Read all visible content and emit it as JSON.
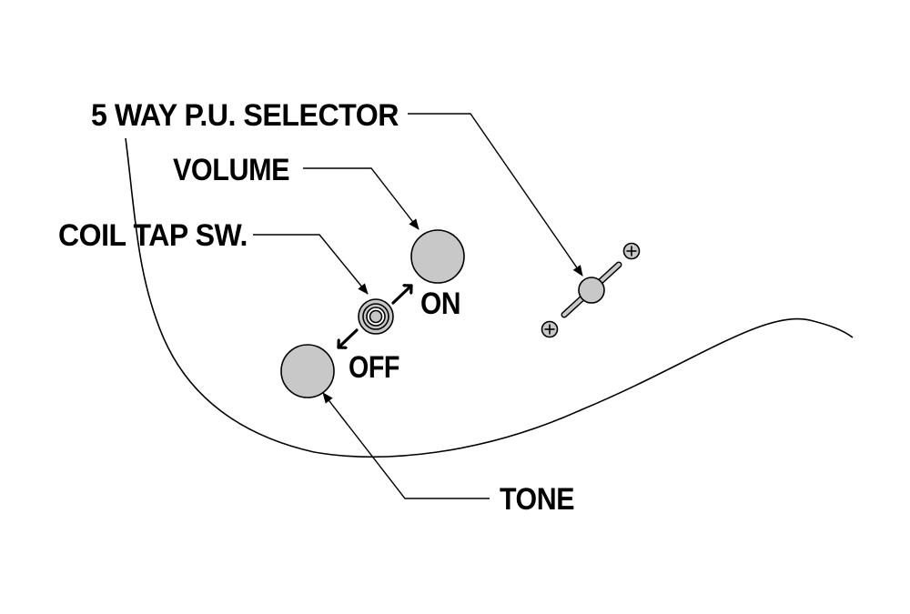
{
  "labels": {
    "selector": "5 WAY P.U. SELECTOR",
    "volume": "VOLUME",
    "coil_tap": "COIL TAP SW.",
    "on": "ON",
    "off": "OFF",
    "tone": "TONE"
  },
  "colors": {
    "line": "#000000",
    "knob_fill": "#c8c8c8",
    "background": "#ffffff"
  }
}
